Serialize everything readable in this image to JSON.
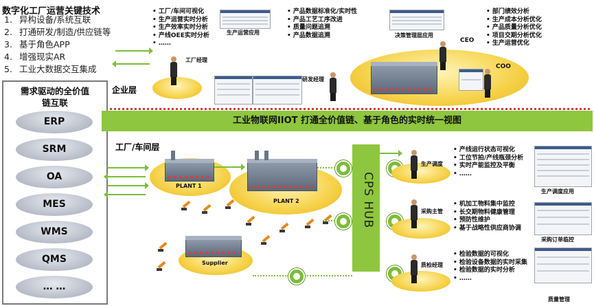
{
  "key_tech": {
    "title": "数字化工厂运营关键技术",
    "items": [
      {
        "num": "1.",
        "text": "异构设备/系统互联"
      },
      {
        "num": "2.",
        "text": "打通研发/制造/供应链等"
      },
      {
        "num": "3.",
        "text": "基于角色APP"
      },
      {
        "num": "4.",
        "text": "增强现实AR"
      },
      {
        "num": "5.",
        "text": "工业大数据交互集成"
      }
    ]
  },
  "value_chain": {
    "title": "需求驱动的全价值链互联",
    "systems": [
      "ERP",
      "SRM",
      "OA",
      "MES",
      "WMS",
      "QMS",
      "… …"
    ]
  },
  "enterprise": {
    "layer_label": "企业层",
    "factory_list": [
      "工厂/车间可视化",
      "生产运营实时分析",
      "生产效率实时分析",
      "产线OEE实时分析",
      "……"
    ],
    "app_label_1": "生产运营应用",
    "product_list": [
      "产品数据标准化/实时性",
      "产品工艺工序改进",
      "质量问题追溯",
      "产品数据追溯"
    ],
    "app_label_2": "决策管理层应用",
    "ceo_list": [
      "部门绩效分析",
      "生产成本分析优化",
      "产品质量分析优化",
      "项目交期分析优化",
      "生产运营优化"
    ],
    "role_factory_manager": "工厂经理",
    "role_rd_manager": "研发经理",
    "role_ceo": "CEO",
    "role_coo": "COO"
  },
  "banner": "工业物联网IIOT 打通全价值链、基于角色的实时统一视图",
  "shopfloor": {
    "layer_label": "工厂/车间层",
    "plant1": "PLANT 1",
    "plant2": "PLANT 2",
    "supplier": "Supplier",
    "hub": "CPS HUB",
    "roles": [
      {
        "name": "生产调度",
        "items": [
          "产线运行状态可视化",
          "工位节拍/产线瓶颈分析",
          "实时产能监控及平衡",
          "……"
        ],
        "app": "生产调度应用"
      },
      {
        "name": "采购主管",
        "items": [
          "机加工物料集中监控",
          "长交期物料健康管理",
          "预防性维护",
          "基于战略性供应商协调"
        ],
        "app": "采购订单临控"
      },
      {
        "name": "质检经理",
        "items": [
          "检验数据的可视化",
          "检验设备数据的实时采集",
          "检验数据的实时分析",
          "……"
        ],
        "app": "质量管理"
      }
    ]
  },
  "colors": {
    "green": "#8ec63f",
    "gold": "#f6d24a",
    "arrow": "#7cbd3a"
  }
}
